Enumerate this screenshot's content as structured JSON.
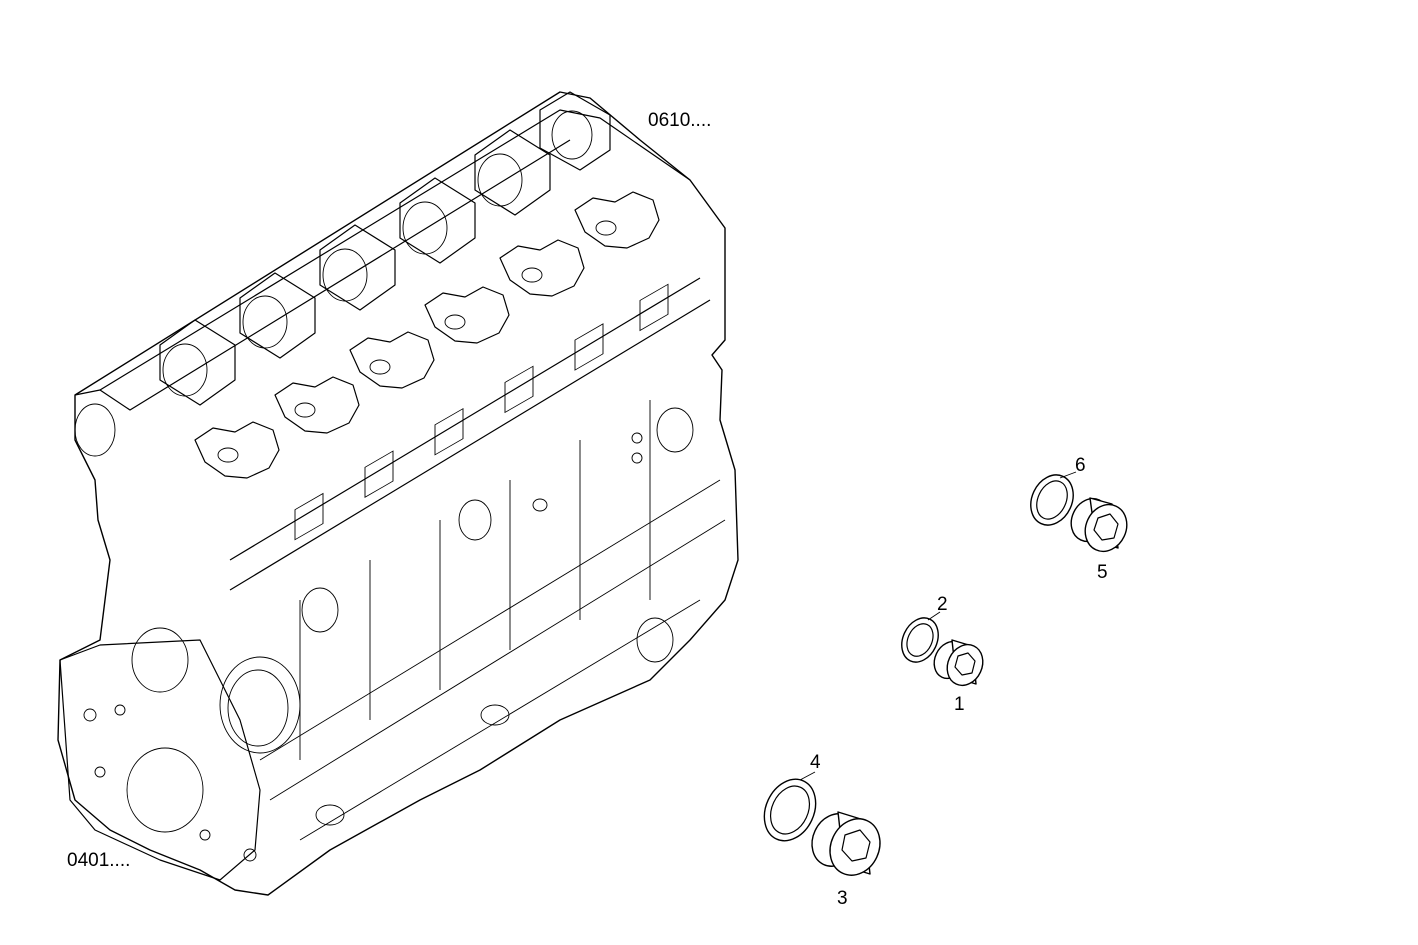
{
  "references": {
    "head_ref": "0610....",
    "block_ref": "0401...."
  },
  "callouts": {
    "c1": "1",
    "c2": "2",
    "c3": "3",
    "c4": "4",
    "c5": "5",
    "c6": "6"
  }
}
